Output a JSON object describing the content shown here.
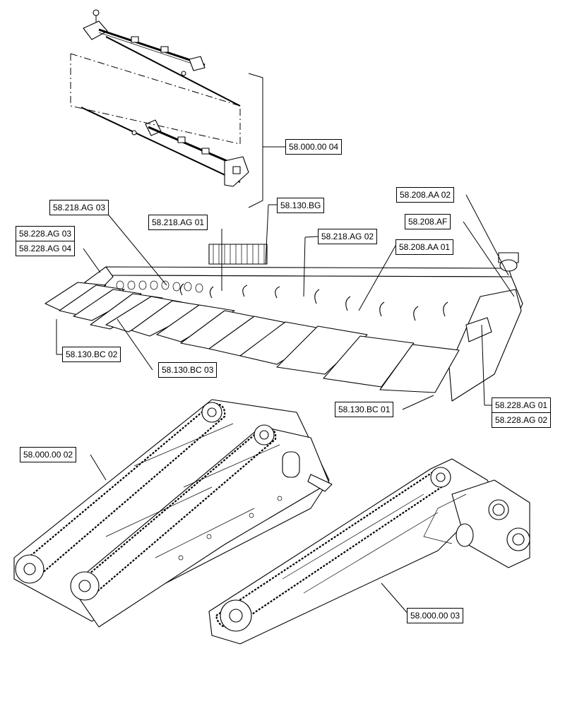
{
  "diagram": {
    "callouts": {
      "c_58_000_00_04": "58.000.00 04",
      "c_58_130_BG": "58.130.BG",
      "c_58_218_AG_03": "58.218.AG 03",
      "c_58_218_AG_01": "58.218.AG 01",
      "c_58_218_AG_02": "58.218.AG 02",
      "c_58_208_AA_02": "58.208.AA 02",
      "c_58_208_AF": "58.208.AF",
      "c_58_208_AA_01": "58.208.AA 01",
      "c_58_228_AG_03": "58.228.AG 03",
      "c_58_228_AG_04": "58.228.AG 04",
      "c_58_130_BC_02": "58.130.BC 02",
      "c_58_130_BC_03": "58.130.BC 03",
      "c_58_130_BC_01": "58.130.BC 01",
      "c_58_228_AG_01": "58.228.AG 01",
      "c_58_228_AG_02": "58.228.AG 02",
      "c_58_000_00_02": "58.000.00 02",
      "c_58_000_00_03": "58.000.00 03"
    },
    "colors": {
      "ink": "#000000",
      "paper": "#ffffff"
    }
  }
}
